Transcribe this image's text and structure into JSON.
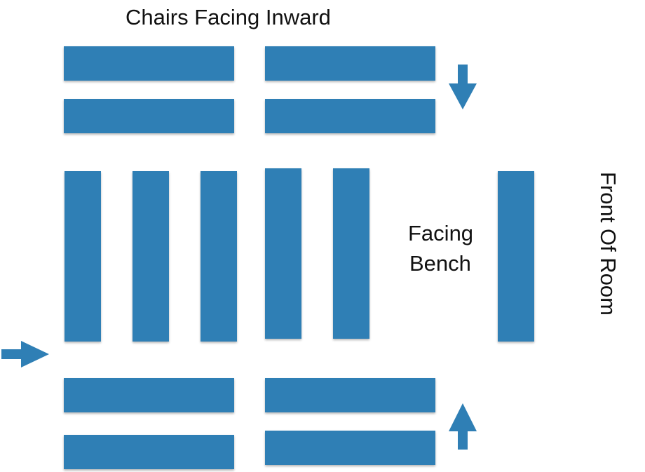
{
  "labels": {
    "title": "Chairs Facing Inward",
    "facing_bench_line1": "Facing",
    "facing_bench_line2": "Bench",
    "front_of_room": "Front Of Room"
  },
  "colors": {
    "bench": "#2f7fb5",
    "background": "#ffffff",
    "text": "#111111"
  },
  "icons": {
    "arrow_top": "arrow-down-icon",
    "arrow_left": "arrow-right-icon",
    "arrow_bottom": "arrow-up-icon"
  }
}
